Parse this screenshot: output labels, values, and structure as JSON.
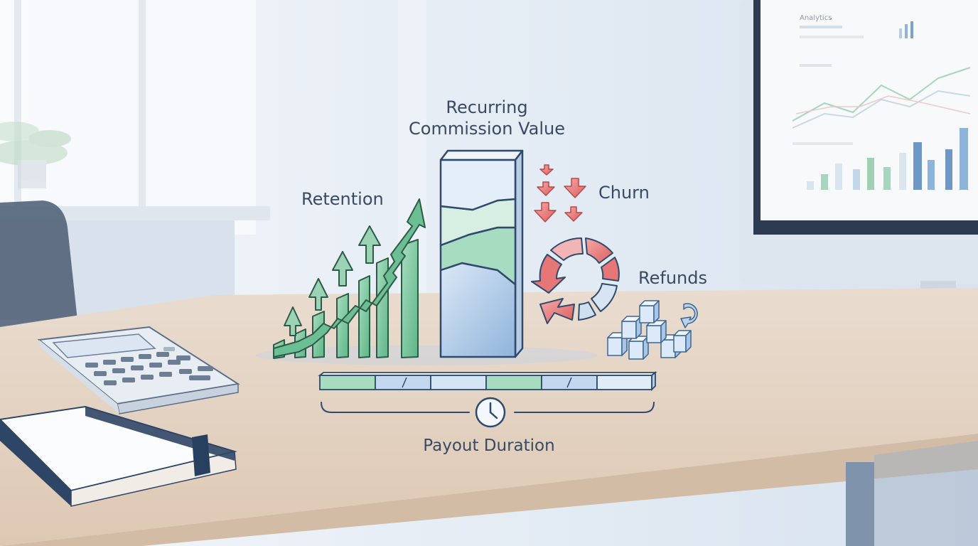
{
  "diagram": {
    "title_line1": "Recurring",
    "title_line2": "Commission Value",
    "retention_label": "Retention",
    "churn_label": "Churn",
    "refunds_label": "Refunds",
    "payout_label": "Payout Duration"
  },
  "monitor": {
    "screen_heading": "Analytics"
  },
  "palette": {
    "green": "#6cbf92",
    "blue": "#8fb4db",
    "red": "#e06a6a",
    "navy": "#27405f",
    "text": "#3a4a63"
  }
}
